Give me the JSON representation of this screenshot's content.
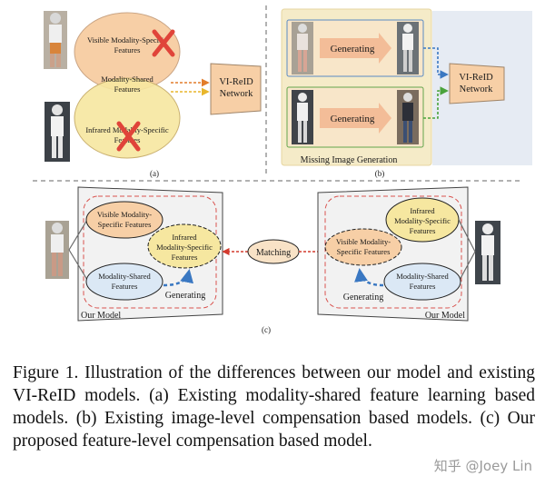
{
  "panel_a": {
    "visible_feat": [
      "Visible Modality-Specific",
      "Features"
    ],
    "shared_feat": [
      "Modality-Shared",
      "Features"
    ],
    "infrared_feat": [
      "Infrared Modality-Specific",
      "Features"
    ],
    "network": [
      "VI-ReID",
      "Network"
    ],
    "label": "(a)"
  },
  "panel_b": {
    "gen_top": "Generating",
    "gen_bottom": "Generating",
    "title": "Missing Image Generation",
    "network": [
      "VI-ReID",
      "Network"
    ],
    "label": "(b)"
  },
  "panel_c": {
    "left_visible": [
      "Visible Modality-",
      "Specific Features"
    ],
    "left_infrared": [
      "Infrared",
      "Modality-Specific",
      "Features"
    ],
    "left_shared": [
      "Modality-Shared",
      "Features"
    ],
    "left_generating": "Generating",
    "left_model": "Our Model",
    "matching": "Matching",
    "right_infrared": [
      "Infrared",
      "Modality-Specific",
      "Features"
    ],
    "right_visible": [
      "Visible Modality-",
      "Specific Features"
    ],
    "right_shared": [
      "Modality-Shared",
      "Features"
    ],
    "right_generating": "Generating",
    "right_model": "Our Model",
    "label": "(c)"
  },
  "caption": "Figure 1. Illustration of the differences between our model and existing VI-ReID models. (a) Existing modality-shared feature learning based models. (b) Existing image-level compensation based models. (c) Our proposed feature-level compensation based model.",
  "watermark": "知乎 @Joey Lin",
  "colors": {
    "orange": "#f7cfa6",
    "yellow": "#f6e7a0",
    "blue": "#dbe8f5",
    "cross": "#e0443a",
    "arrow_orange": "#e27d2b",
    "arrow_blue": "#3a78c2",
    "arrow_green": "#4aa33b"
  }
}
